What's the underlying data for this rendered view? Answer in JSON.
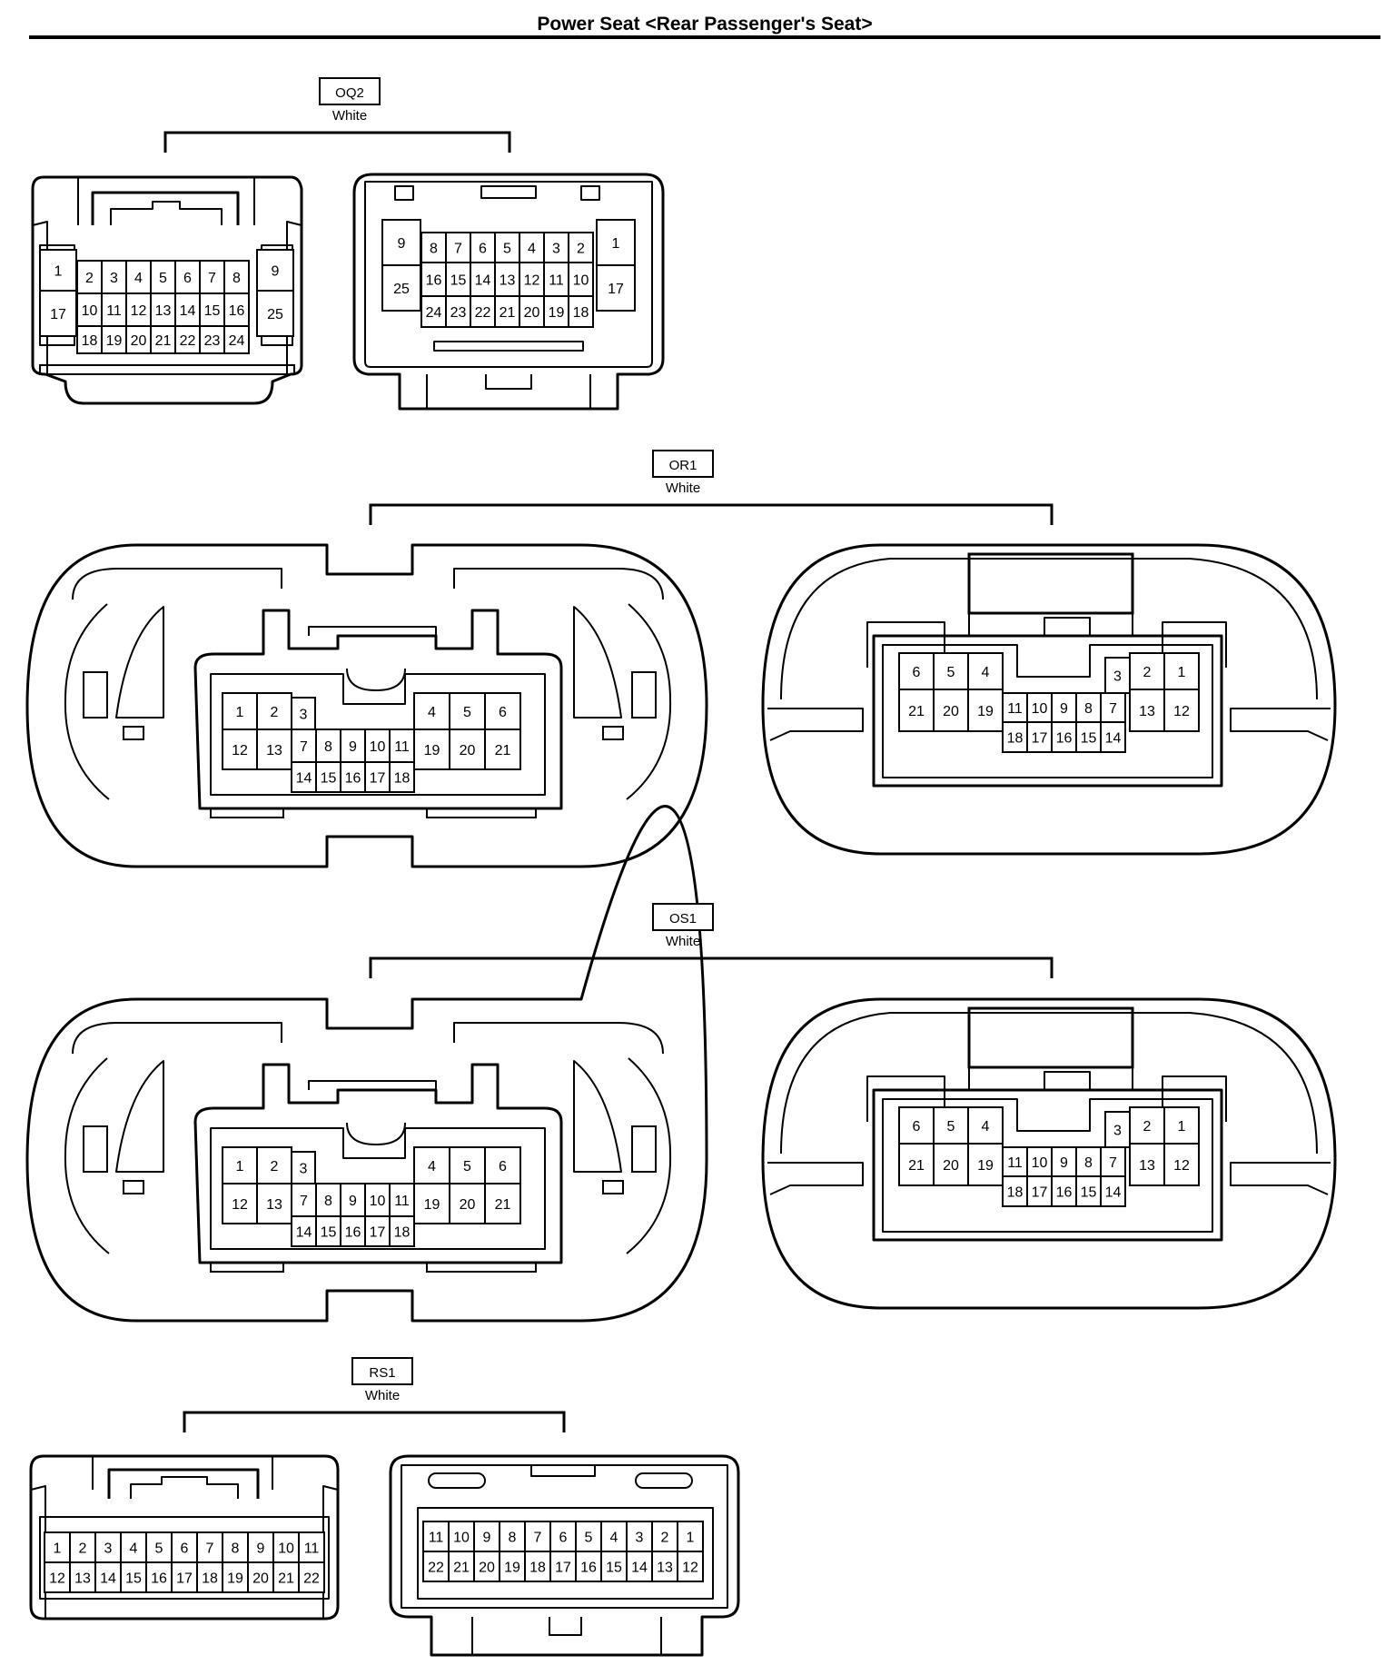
{
  "page": {
    "title": "Power Seat <Rear Passenger's Seat>"
  },
  "connectors": [
    {
      "id": "OQ2",
      "color": "White",
      "views": [
        {
          "pins": [
            "1",
            "2",
            "3",
            "4",
            "5",
            "6",
            "7",
            "8",
            "9",
            "10",
            "11",
            "12",
            "13",
            "14",
            "15",
            "16",
            "17",
            "18",
            "19",
            "20",
            "21",
            "22",
            "23",
            "24",
            "25"
          ]
        },
        {
          "pins": [
            "1",
            "2",
            "3",
            "4",
            "5",
            "6",
            "7",
            "8",
            "9",
            "10",
            "11",
            "12",
            "13",
            "14",
            "15",
            "16",
            "17",
            "18",
            "19",
            "20",
            "21",
            "22",
            "23",
            "24",
            "25"
          ]
        }
      ]
    },
    {
      "id": "OR1",
      "color": "White",
      "views": [
        {
          "pins": [
            "1",
            "2",
            "3",
            "4",
            "5",
            "6",
            "7",
            "8",
            "9",
            "10",
            "11",
            "12",
            "13",
            "14",
            "15",
            "16",
            "17",
            "18",
            "19",
            "20",
            "21"
          ]
        },
        {
          "pins": [
            "1",
            "2",
            "3",
            "4",
            "5",
            "6",
            "7",
            "8",
            "9",
            "10",
            "11",
            "12",
            "13",
            "14",
            "15",
            "16",
            "17",
            "18",
            "19",
            "20",
            "21"
          ]
        }
      ]
    },
    {
      "id": "OS1",
      "color": "White",
      "views": [
        {
          "pins": [
            "1",
            "2",
            "3",
            "4",
            "5",
            "6",
            "7",
            "8",
            "9",
            "10",
            "11",
            "12",
            "13",
            "14",
            "15",
            "16",
            "17",
            "18",
            "19",
            "20",
            "21"
          ]
        },
        {
          "pins": [
            "1",
            "2",
            "3",
            "4",
            "5",
            "6",
            "7",
            "8",
            "9",
            "10",
            "11",
            "12",
            "13",
            "14",
            "15",
            "16",
            "17",
            "18",
            "19",
            "20",
            "21"
          ]
        }
      ]
    },
    {
      "id": "RS1",
      "color": "White",
      "views": [
        {
          "pins": [
            "1",
            "2",
            "3",
            "4",
            "5",
            "6",
            "7",
            "8",
            "9",
            "10",
            "11",
            "12",
            "13",
            "14",
            "15",
            "16",
            "17",
            "18",
            "19",
            "20",
            "21",
            "22"
          ]
        },
        {
          "pins": [
            "1",
            "2",
            "3",
            "4",
            "5",
            "6",
            "7",
            "8",
            "9",
            "10",
            "11",
            "12",
            "13",
            "14",
            "15",
            "16",
            "17",
            "18",
            "19",
            "20",
            "21",
            "22"
          ]
        }
      ]
    }
  ]
}
